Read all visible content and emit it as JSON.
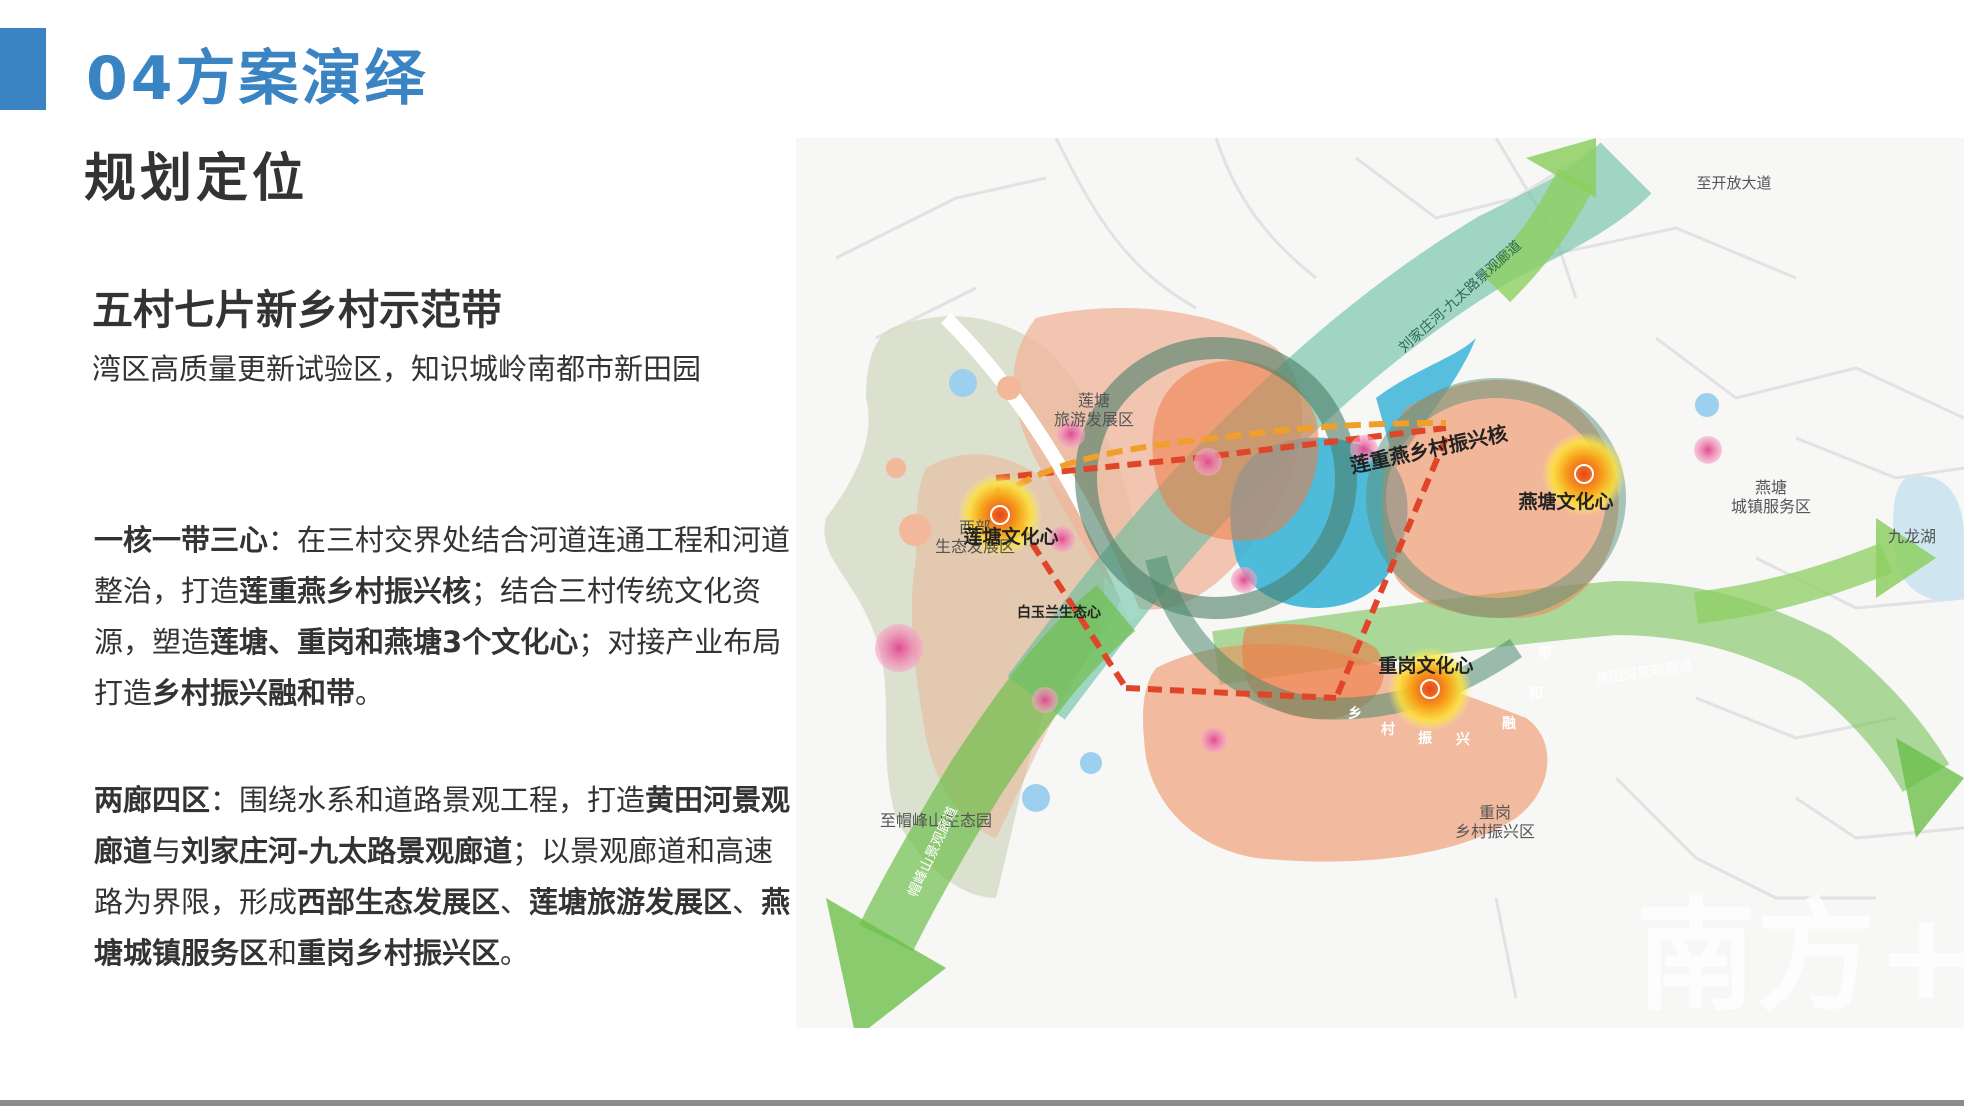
{
  "header": {
    "section_title": "04方案演绎",
    "page_title": "规划定位"
  },
  "block": {
    "heading": "五村七片新乡村示范带",
    "subheading": "湾区高质量更新试验区，知识城岭南都市新田园"
  },
  "para1": {
    "t1": "一核一带三心",
    "t2": "：在三村交界处结合河道连通工程和河道整治，打造",
    "t3": "莲重燕乡村振兴核",
    "t4": "；结合三村传统文化资源，塑造",
    "t5": "莲塘、重岗和燕塘3个文化心",
    "t6": "；对接产业布局打造",
    "t7": "乡村振兴融和带",
    "t8": "。"
  },
  "para2": {
    "t1": "两廊四区",
    "t2": "：围绕水系和道路景观工程，打造",
    "t3": "黄田河景观廊道",
    "t4": "与",
    "t5": "刘家庄河-九太路景观廊道",
    "t6": "；以景观廊道和高速路为界限，形成",
    "t7": "西部生态发展区",
    "t8": "、",
    "t9": "莲塘旅游发展区",
    "t10": "、",
    "t11": "燕塘城镇服务区",
    "t12": "和",
    "t13": "重岗乡村振兴区",
    "t14": "。"
  },
  "map": {
    "label_kaifang": "至开放大道",
    "label_liujia_l1": "刘家庄河-九太路景观廊道",
    "label_liantang_zone_l1": "莲塘",
    "label_liantang_zone_l2": "旅游发展区",
    "label_core": "莲重燕乡村振兴核",
    "label_yantang_center": "燕塘文化心",
    "label_yantang_zone_l1": "燕塘",
    "label_yantang_zone_l2": "城镇服务区",
    "label_jiulong": "九龙湖",
    "label_west_zone_l1": "西部",
    "label_west_zone_l2": "生态发展区",
    "label_liantang_center": "莲塘文化心",
    "label_baiyulan": "白玉兰生态心",
    "label_chonggang_center": "重岗文化心",
    "label_huangtian": "黄田河景观廊道",
    "label_band": [
      "乡",
      "村",
      "振",
      "兴",
      "融",
      "和",
      "带"
    ],
    "label_maofeng": "至帽峰山生态园",
    "label_maofeng_corridor": "帽峰山景观廊道",
    "label_chonggang_zone_l1": "重岗",
    "label_chonggang_zone_l2": "乡村振兴区"
  },
  "watermark": "南方+",
  "colors": {
    "accent": "#3b84c4",
    "green_corridor": "#6dbf4b",
    "water": "#3cb4d8",
    "zone_orange": "#ef8a5a",
    "core_dash": "#e0452a"
  }
}
